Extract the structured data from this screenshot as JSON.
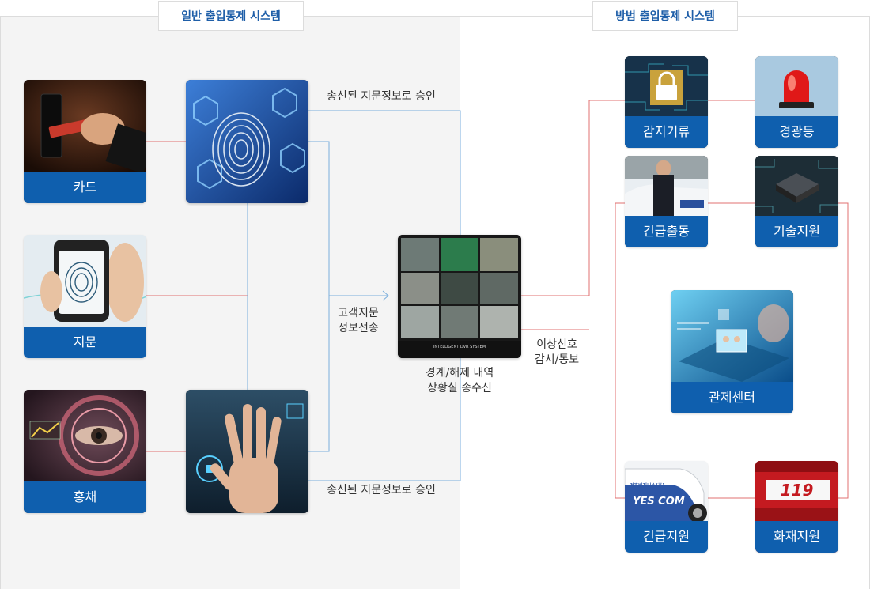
{
  "sections": {
    "left_title": "일반 출입통제 시스템",
    "right_title": "방범 출입통제 시스템"
  },
  "left_inputs": [
    {
      "label": "카드",
      "icon": "card-reader-photo"
    },
    {
      "label": "지문",
      "icon": "fingerprint-phone-photo"
    },
    {
      "label": "홍채",
      "icon": "iris-scan-photo"
    }
  ],
  "notes": {
    "top_approval": "송신된 지문정보로 승인",
    "bottom_approval": "송신된 지문정보로 승인",
    "transfer_line1": "고객지문",
    "transfer_line2": "정보전송",
    "monitor_line1": "경계/해제 내역",
    "monitor_line2": "상황실 송수신",
    "alert_line1": "이상신호",
    "alert_line2": "감시/통보"
  },
  "monitor": {
    "brand": "INTELLIGENT DVR SYSTEM"
  },
  "right_items": [
    {
      "label": "감지기류",
      "icon": "lock-circuit-photo"
    },
    {
      "label": "경광등",
      "icon": "siren-light-photo"
    },
    {
      "label": "긴급출동",
      "icon": "security-guard-photo"
    },
    {
      "label": "기술지원",
      "icon": "chip-photo"
    },
    {
      "label": "관제센터",
      "icon": "control-center-photo"
    },
    {
      "label": "긴급지원",
      "icon": "emergency-car-photo"
    },
    {
      "label": "화재지원",
      "icon": "fire-truck-photo"
    }
  ],
  "badges": {
    "car_brand": "YES COM",
    "car_company": "경호비지니스(주)",
    "fire_number": "119"
  },
  "colors": {
    "brand_blue": "#0f5fae",
    "title_blue": "#1e5ea8",
    "connector_red": "#e07070",
    "connector_blue": "#7aaedc"
  }
}
